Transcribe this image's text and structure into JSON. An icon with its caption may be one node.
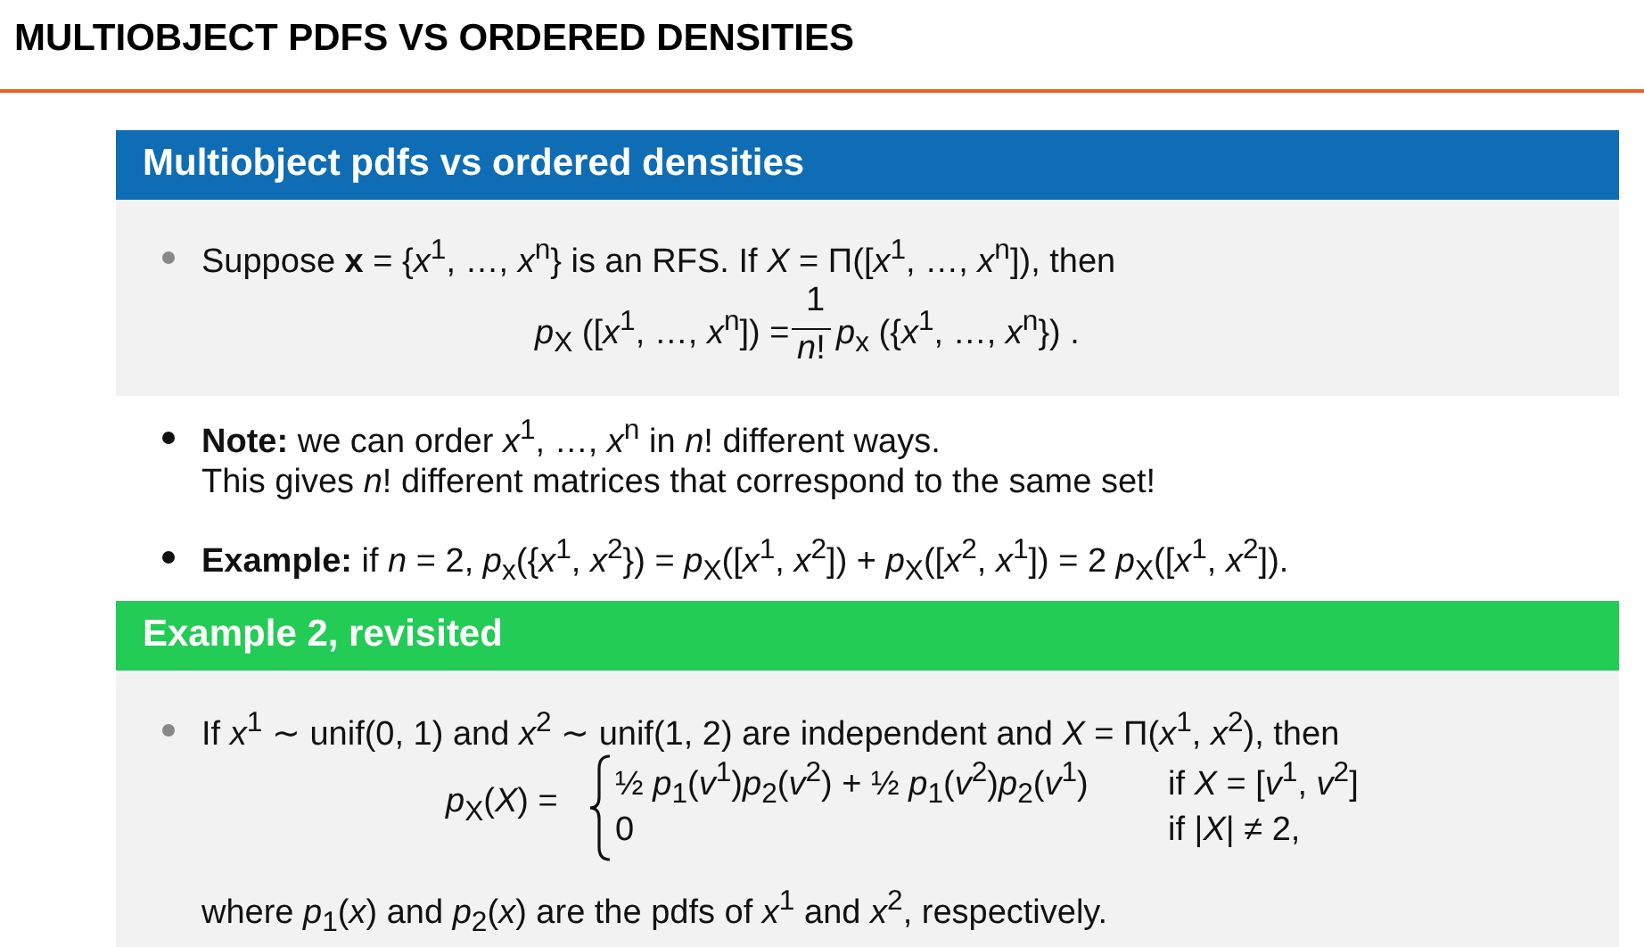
{
  "diagram": {
    "title": "MULTIOBJECT PDFS VS ORDERED DENSITIES",
    "nodes": [
      {
        "text": [
          "Multiobject pdfs vs ordered densities",
          "Suppose **x** = {*x*$^{1}$, …, *x*$^{n}$} is an RFS. If *X* = Π([*x*$^{1}$, …, *x*$^{n}$]), then",
          "*p*$_{X}$ ([*x*$^{1}$, …, *x*$^{n}$]) =",
          "1",
          "*n*!",
          "*p*$_{x}$ ({*x*$^{1}$, …, *x*$^{n}$}) .",
          "**Note:** we can order *x*$^{1}$, …, *x*$^{n}$ in *n*! different ways.",
          "This gives *n*! different matrices that correspond to the same set!",
          "**Example:** if *n* = 2, *p*$_{x}$({*x*$^{1}$, *x*$^{2}$}) = *p*$_{X}$([*x*$^{1}$, *x*$^{2}$]) + *p*$_{X}$([*x*$^{2}$, *x*$^{1}$]) = 2 *p*$_{X}$([*x*$^{1}$, *x*$^{2}$])."
        ]
      },
      {
        "text": [
          "Example 2, revisited",
          "If *x*$^{1}$ ∼ unif(0, 1) and *x*$^{2}$ ∼ unif(1, 2) are independent and *X* = Π(*x*$^{1}$, *x*$^{2}$), then",
          "*p*$_{X}$(*X*) =",
          "½ *p*$_{1}$(*v*$^{1}$)*p*$_{2}$(*v*$^{2}$) + ½ *p*$_{1}$(*v*$^{2}$)*p*$_{2}$(*v*$^{1}$)",
          "if *X* = [*v*$^{1}$, *v*$^{2}$]",
          "0",
          "if |*X*| ≠ 2,",
          "where *p*$_{1}$(*x*) and *p*$_{2}$(*x*) are the pdfs of *x*$^{1}$ and *x*$^{2}$, respectively."
        ]
      }
    ]
  }
}
